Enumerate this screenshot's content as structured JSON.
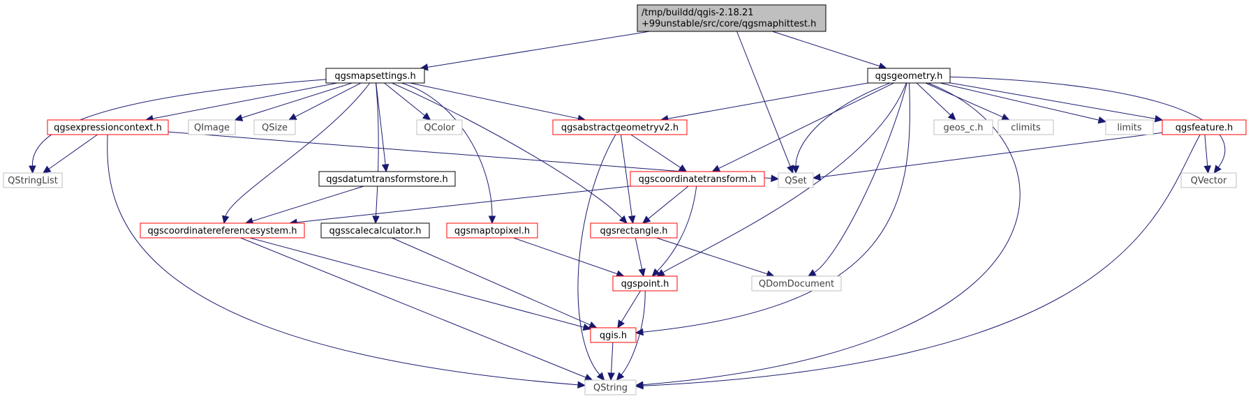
{
  "colors": {
    "edge": "#191970",
    "root_fill": "#bfbfbf",
    "root_border": "#000000",
    "documented_border": "#000000",
    "incomplete_border": "#ff0000",
    "external_border": "#bfbfbf",
    "external_text": "#3f3f3f"
  },
  "nodes": [
    {
      "id": "root",
      "label": "/tmp/buildd/qgis-2.18.21\n+99unstable/src/core/qgsmaphittest.h",
      "kind": "root"
    },
    {
      "id": "qgsmapsettings",
      "label": "qgsmapsettings.h",
      "kind": "documented"
    },
    {
      "id": "qgsgeometry",
      "label": "qgsgeometry.h",
      "kind": "documented"
    },
    {
      "id": "QSet",
      "label": "QSet",
      "kind": "external"
    },
    {
      "id": "qgsexpressioncontext",
      "label": "qgsexpressioncontext.h",
      "kind": "incomplete"
    },
    {
      "id": "QImage",
      "label": "QImage",
      "kind": "external"
    },
    {
      "id": "QSize",
      "label": "QSize",
      "kind": "external"
    },
    {
      "id": "QColor",
      "label": "QColor",
      "kind": "external"
    },
    {
      "id": "qgsabstractgeometryv2",
      "label": "qgsabstractgeometryv2.h",
      "kind": "incomplete"
    },
    {
      "id": "geos_c",
      "label": "geos_c.h",
      "kind": "external"
    },
    {
      "id": "climits",
      "label": "climits",
      "kind": "external"
    },
    {
      "id": "limits",
      "label": "limits",
      "kind": "external"
    },
    {
      "id": "qgsfeature",
      "label": "qgsfeature.h",
      "kind": "incomplete"
    },
    {
      "id": "QStringList",
      "label": "QStringList",
      "kind": "external"
    },
    {
      "id": "qgsdatumtransformstore",
      "label": "qgsdatumtransformstore.h",
      "kind": "documented"
    },
    {
      "id": "qgscoordinatetransform",
      "label": "qgscoordinatetransform.h",
      "kind": "incomplete"
    },
    {
      "id": "QVector",
      "label": "QVector",
      "kind": "external"
    },
    {
      "id": "qgscoordinatereferencesystem",
      "label": "qgscoordinatereferencesystem.h",
      "kind": "incomplete"
    },
    {
      "id": "qgsscalecalculator",
      "label": "qgsscalecalculator.h",
      "kind": "documented"
    },
    {
      "id": "qgsmaptopixel",
      "label": "qgsmaptopixel.h",
      "kind": "incomplete"
    },
    {
      "id": "qgsrectangle",
      "label": "qgsrectangle.h",
      "kind": "incomplete"
    },
    {
      "id": "qgspoint",
      "label": "qgspoint.h",
      "kind": "incomplete"
    },
    {
      "id": "QDomDocument",
      "label": "QDomDocument",
      "kind": "external"
    },
    {
      "id": "qgis",
      "label": "qgis.h",
      "kind": "incomplete"
    },
    {
      "id": "QString",
      "label": "QString",
      "kind": "external"
    }
  ],
  "edges": [
    {
      "from": "root",
      "to": "qgsmapsettings"
    },
    {
      "from": "root",
      "to": "qgsgeometry"
    },
    {
      "from": "root",
      "to": "QSet"
    },
    {
      "from": "qgsmapsettings",
      "to": "QStringList"
    },
    {
      "from": "qgsmapsettings",
      "to": "qgsexpressioncontext"
    },
    {
      "from": "qgsmapsettings",
      "to": "QImage"
    },
    {
      "from": "qgsmapsettings",
      "to": "QSize"
    },
    {
      "from": "qgsmapsettings",
      "to": "QColor"
    },
    {
      "from": "qgsmapsettings",
      "to": "qgsabstractgeometryv2"
    },
    {
      "from": "qgsmapsettings",
      "to": "qgsdatumtransformstore"
    },
    {
      "from": "qgsmapsettings",
      "to": "qgscoordinatereferencesystem"
    },
    {
      "from": "qgsmapsettings",
      "to": "qgsscalecalculator"
    },
    {
      "from": "qgsmapsettings",
      "to": "qgsmaptopixel"
    },
    {
      "from": "qgsmapsettings",
      "to": "qgsrectangle"
    },
    {
      "from": "qgsexpressioncontext",
      "to": "QStringList"
    },
    {
      "from": "qgsexpressioncontext",
      "to": "QSet"
    },
    {
      "from": "qgsexpressioncontext",
      "to": "QString"
    },
    {
      "from": "qgsgeometry",
      "to": "qgsabstractgeometryv2"
    },
    {
      "from": "qgsgeometry",
      "to": "QSet"
    },
    {
      "from": "qgsgeometry",
      "to": "qgscoordinatetransform"
    },
    {
      "from": "qgsgeometry",
      "to": "geos_c"
    },
    {
      "from": "qgsgeometry",
      "to": "climits"
    },
    {
      "from": "qgsgeometry",
      "to": "limits"
    },
    {
      "from": "qgsgeometry",
      "to": "qgsfeature"
    },
    {
      "from": "qgsgeometry",
      "to": "QVector"
    },
    {
      "from": "qgsgeometry",
      "to": "qgspoint"
    },
    {
      "from": "qgsgeometry",
      "to": "QDomDocument"
    },
    {
      "from": "qgsgeometry",
      "to": "qgis"
    },
    {
      "from": "qgsgeometry",
      "to": "QString"
    },
    {
      "from": "qgsabstractgeometryv2",
      "to": "qgscoordinatetransform"
    },
    {
      "from": "qgsabstractgeometryv2",
      "to": "qgsrectangle"
    },
    {
      "from": "qgsabstractgeometryv2",
      "to": "QString"
    },
    {
      "from": "qgsfeature",
      "to": "QSet"
    },
    {
      "from": "qgsfeature",
      "to": "QVector"
    },
    {
      "from": "qgsfeature",
      "to": "QString"
    },
    {
      "from": "qgsdatumtransformstore",
      "to": "qgscoordinatereferencesystem"
    },
    {
      "from": "qgscoordinatetransform",
      "to": "qgscoordinatereferencesystem"
    },
    {
      "from": "qgscoordinatetransform",
      "to": "qgsrectangle"
    },
    {
      "from": "qgscoordinatetransform",
      "to": "qgspoint"
    },
    {
      "from": "qgscoordinatereferencesystem",
      "to": "qgis"
    },
    {
      "from": "qgscoordinatereferencesystem",
      "to": "QString"
    },
    {
      "from": "qgsscalecalculator",
      "to": "qgis"
    },
    {
      "from": "qgsmaptopixel",
      "to": "qgspoint"
    },
    {
      "from": "qgsrectangle",
      "to": "qgspoint"
    },
    {
      "from": "qgsrectangle",
      "to": "QDomDocument"
    },
    {
      "from": "qgspoint",
      "to": "qgis"
    },
    {
      "from": "qgspoint",
      "to": "QString"
    },
    {
      "from": "qgis",
      "to": "QString"
    }
  ]
}
